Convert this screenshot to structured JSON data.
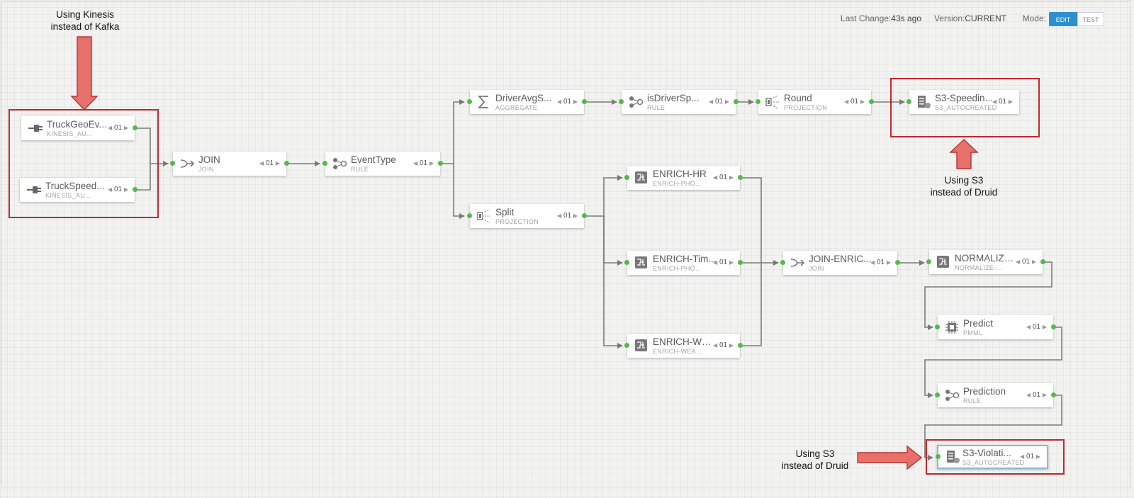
{
  "status": {
    "last_change_label": "Last Change:",
    "last_change_value": "43s ago",
    "version_label": "Version:",
    "version_value": "CURRENT",
    "mode_label": "Mode:",
    "mode_edit": "EDIT",
    "mode_test": "TEST"
  },
  "colors": {
    "accent": "#2d8fcf",
    "port": "#55b94a",
    "highlight": "#c1272d",
    "callout_arrow": "#e8706b",
    "edge": "#7a7a7a"
  },
  "nodes": {
    "truck_geo": {
      "name": "TruckGeoEv...",
      "type": "KINESIS_AU...",
      "par": "01",
      "icon": "plug-icon"
    },
    "truck_speed": {
      "name": "TruckSpeed...",
      "type": "KINESIS_AU...",
      "par": "01",
      "icon": "plug-icon"
    },
    "join": {
      "name": "JOIN",
      "type": "JOIN",
      "par": "01",
      "icon": "join-icon"
    },
    "event_type": {
      "name": "EventType",
      "type": "RULE",
      "par": "01",
      "icon": "rule-icon"
    },
    "driver_avg": {
      "name": "DriverAvgS...",
      "type": "AGGREGATE",
      "par": "01",
      "icon": "sigma-icon"
    },
    "is_driver": {
      "name": "isDriverSp...",
      "type": "RULE",
      "par": "01",
      "icon": "rule-icon"
    },
    "round": {
      "name": "Round",
      "type": "PROJECTION",
      "par": "01",
      "icon": "projection-icon"
    },
    "s3_speeding": {
      "name": "S3-Speedin...",
      "type": "S3_AUTOCREATED",
      "par": "01",
      "icon": "database-icon"
    },
    "split": {
      "name": "Split",
      "type": "PROJECTION",
      "par": "01",
      "icon": "projection-icon"
    },
    "enrich_hr": {
      "name": "ENRICH-HR",
      "type": "ENRICH-PHO...",
      "par": "01",
      "icon": "enrich-icon"
    },
    "enrich_tim": {
      "name": "ENRICH-Tim...",
      "type": "ENRICH-PHO...",
      "par": "01",
      "icon": "enrich-icon"
    },
    "enrich_wea": {
      "name": "ENRICH-WEA...",
      "type": "ENRICH-WEA...",
      "par": "01",
      "icon": "enrich-icon"
    },
    "join_enrich": {
      "name": "JOIN-ENRIC...",
      "type": "JOIN",
      "par": "01",
      "icon": "join-icon"
    },
    "normalize": {
      "name": "NORMALIZE-...",
      "type": "NORMALIZE-...",
      "par": "01",
      "icon": "enrich-icon"
    },
    "predict": {
      "name": "Predict",
      "type": "PMML",
      "par": "01",
      "icon": "chip-icon"
    },
    "prediction": {
      "name": "Prediction",
      "type": "RULE",
      "par": "01",
      "icon": "rule-icon"
    },
    "s3_violation": {
      "name": "S3-Violati...",
      "type": "S3_AUTOCREATED",
      "par": "01",
      "icon": "database-icon"
    }
  },
  "annotations": {
    "kinesis": {
      "line1": "Using Kinesis",
      "line2": "instead of Kafka"
    },
    "s3_top": {
      "line1": "Using S3",
      "line2": "instead of Druid"
    },
    "s3_bottom": {
      "line1": "Using S3",
      "line2": "instead of Druid"
    }
  }
}
